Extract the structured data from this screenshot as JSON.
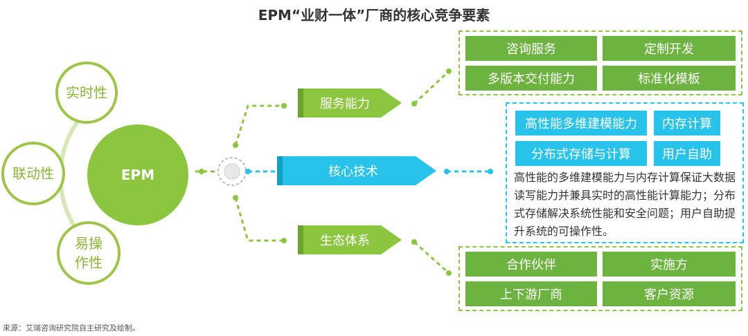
{
  "title": "EPM“业财一体”厂商的核心竞争要素",
  "center": "EPM",
  "attributes": {
    "a1": "实时性",
    "a2": "联动性",
    "a3": "易操\n作性"
  },
  "capabilities": {
    "service": {
      "label": "服务能力",
      "items": [
        "咨询服务",
        "定制开发",
        "多版本交付能力",
        "标准化模板"
      ]
    },
    "tech": {
      "label": "核心技术",
      "items": [
        "高性能多维建模能力",
        "内存计算",
        "分布式存储与计算",
        "用户自助"
      ],
      "description": "高性能的多维建模能力与内存计算保证大数据读写能力并兼具实时的高性能计算能力；分布式存储解决系统性能和安全问题；用户自助提升系统的可操作性。"
    },
    "eco": {
      "label": "生态体系",
      "items": [
        "合作伙伴",
        "实施方",
        "上下游厂商",
        "客户资源"
      ]
    }
  },
  "source": "来源：艾瑞咨询研究院自主研究及绘制。",
  "colors": {
    "green": "#8cc63f",
    "dark_green": "#6db33f",
    "blue": "#27c3ea"
  }
}
